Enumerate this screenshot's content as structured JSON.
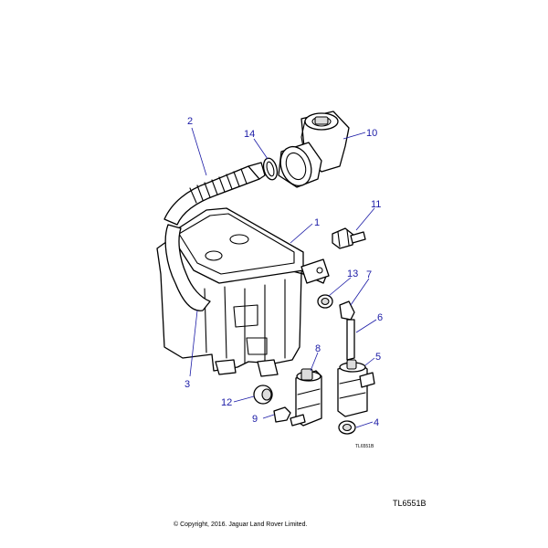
{
  "diagram": {
    "callouts": [
      {
        "id": "1",
        "label": "1"
      },
      {
        "id": "2",
        "label": "2"
      },
      {
        "id": "3",
        "label": "3"
      },
      {
        "id": "4",
        "label": "4"
      },
      {
        "id": "5",
        "label": "5"
      },
      {
        "id": "6",
        "label": "6"
      },
      {
        "id": "7",
        "label": "7"
      },
      {
        "id": "8",
        "label": "8"
      },
      {
        "id": "9",
        "label": "9"
      },
      {
        "id": "10",
        "label": "10"
      },
      {
        "id": "11",
        "label": "11"
      },
      {
        "id": "12",
        "label": "12"
      },
      {
        "id": "13",
        "label": "13"
      },
      {
        "id": "14",
        "label": "14"
      }
    ],
    "ref_small": "TL6551B",
    "ref_large": "TL6551B",
    "copyright": "© Copyright, 2016. Jaguar Land Rover Limited."
  }
}
